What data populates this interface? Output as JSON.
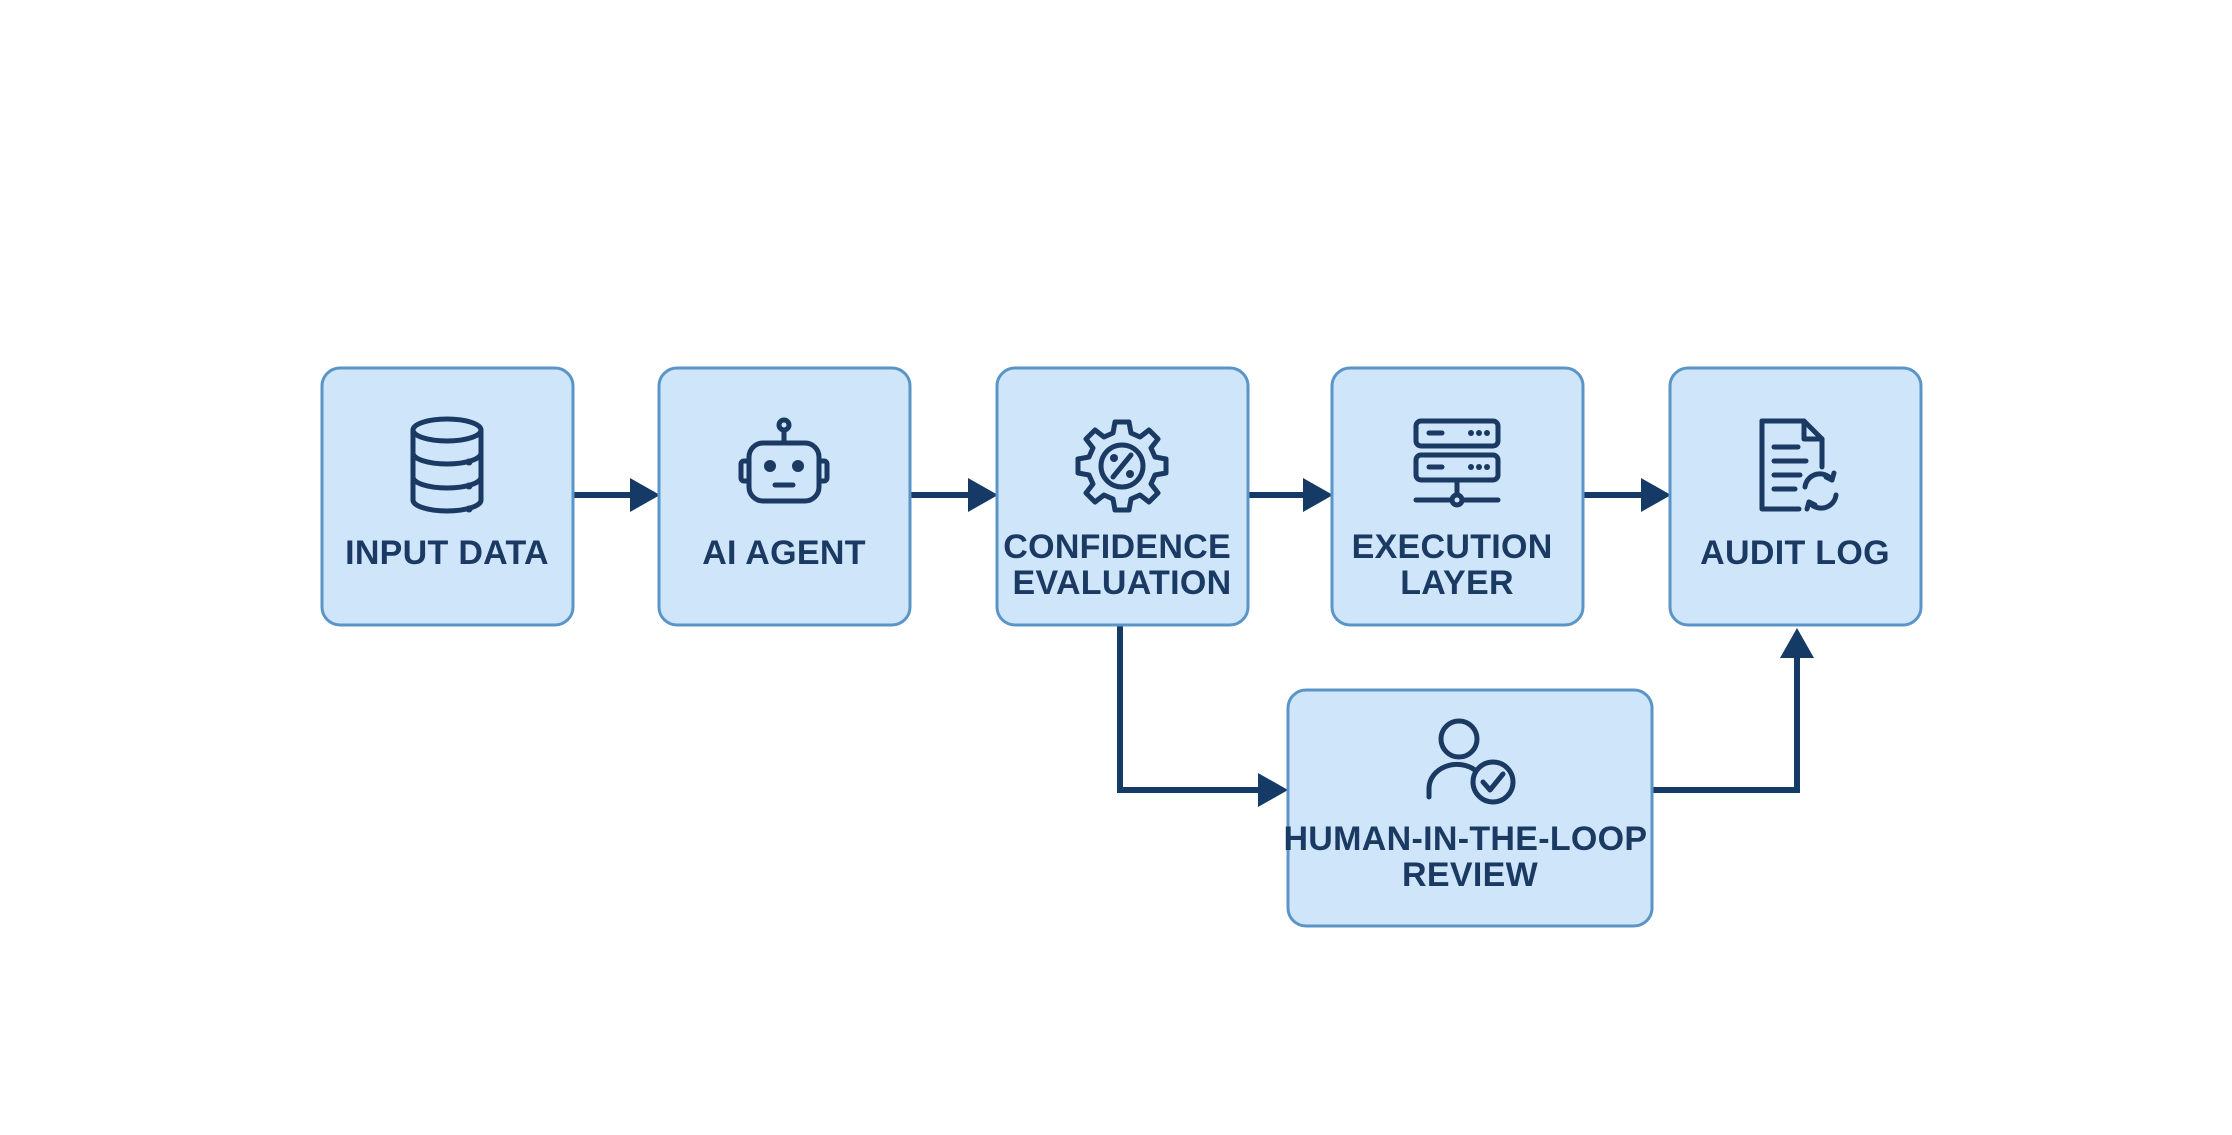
{
  "diagram": {
    "nodes": [
      {
        "id": "input-data",
        "lines": [
          "INPUT DATA"
        ],
        "icon": "database-icon"
      },
      {
        "id": "ai-agent",
        "lines": [
          "AI AGENT"
        ],
        "icon": "robot-icon"
      },
      {
        "id": "confidence-evaluation",
        "lines": [
          "CONFIDENCE",
          "EVALUATION"
        ],
        "icon": "gear-percent-icon"
      },
      {
        "id": "execution-layer",
        "lines": [
          "EXECUTION",
          "LAYER"
        ],
        "icon": "server-icon"
      },
      {
        "id": "audit-log",
        "lines": [
          "AUDIT LOG"
        ],
        "icon": "document-sync-icon"
      },
      {
        "id": "human-review",
        "lines": [
          "HUMAN-IN-THE-LOOP",
          "REVIEW"
        ],
        "icon": "user-check-icon"
      }
    ],
    "edges": [
      {
        "from": "input-data",
        "to": "ai-agent"
      },
      {
        "from": "ai-agent",
        "to": "confidence-evaluation"
      },
      {
        "from": "confidence-evaluation",
        "to": "execution-layer"
      },
      {
        "from": "execution-layer",
        "to": "audit-log"
      },
      {
        "from": "confidence-evaluation",
        "to": "human-review"
      },
      {
        "from": "human-review",
        "to": "audit-log"
      }
    ],
    "colors": {
      "box_fill": "#cfe5f9",
      "box_stroke": "#5b95c8",
      "arrow": "#163a66",
      "text": "#1b3a63",
      "background": "#ffffff"
    }
  }
}
